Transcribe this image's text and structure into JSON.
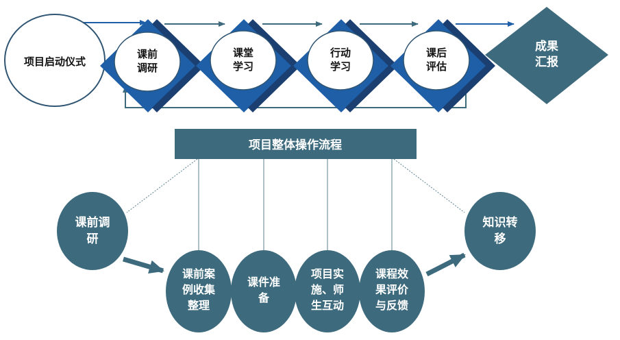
{
  "top_flow": {
    "start": "项目启动仪式",
    "steps": [
      {
        "line1": "课前",
        "line2": "调研"
      },
      {
        "line1": "课堂",
        "line2": "学习"
      },
      {
        "line1": "行动",
        "line2": "学习"
      },
      {
        "line1": "课后",
        "line2": "评估"
      }
    ],
    "result": {
      "line1": "成果",
      "line2": "汇报"
    }
  },
  "process": {
    "title": "项目整体操作流程",
    "left": {
      "line1": "课前调",
      "line2": "研"
    },
    "right": {
      "line1": "知识转",
      "line2": "移"
    },
    "middle": [
      {
        "line1": "课前案",
        "line2": "例收集",
        "line3": "整理"
      },
      {
        "line1": "课件准",
        "line2": "备",
        "line3": ""
      },
      {
        "line1": "项目实",
        "line2": "施、师",
        "line3": "生互动"
      },
      {
        "line1": "课程效",
        "line2": "果评价",
        "line3": "与反馈"
      }
    ]
  },
  "colors": {
    "teal": "#3d6b7d",
    "blue": "#1f5fa8",
    "navy": "#1a3f70",
    "outline": "#2f5573"
  }
}
